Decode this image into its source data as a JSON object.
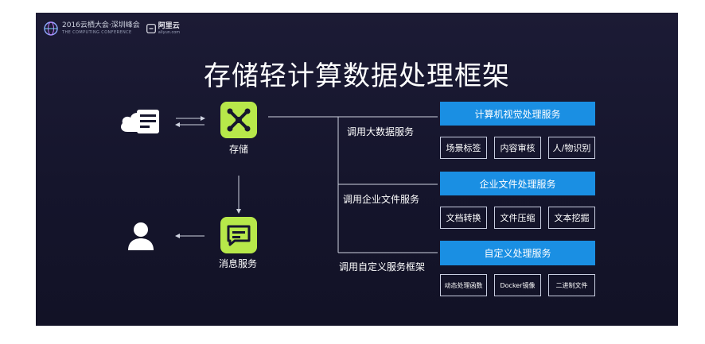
{
  "brand": {
    "event": "2016云栖大会·深圳峰会",
    "event_en": "THE COMPUTING CONFERENCE",
    "vendor": "阿里云",
    "vendor_url": "aliyun.com"
  },
  "title": "存储轻计算数据处理框架",
  "nodes": {
    "storage_label": "存储",
    "message_label": "消息服务"
  },
  "calls": {
    "bigdata": "调用大数据服务",
    "enterprise": "调用企业文件服务",
    "custom": "调用自定义服务框架"
  },
  "services": [
    {
      "header": "计算机视觉处理服务",
      "items": [
        "场景标签",
        "内容审核",
        "人/物识别"
      ]
    },
    {
      "header": "企业文件处理服务",
      "items": [
        "文档转换",
        "文件压缩",
        "文本挖掘"
      ]
    },
    {
      "header": "自定义处理服务",
      "items": [
        "动态处理函数",
        "Docker镜像",
        "二进制文件"
      ]
    }
  ],
  "colors": {
    "accent_green": "#b7e84a",
    "accent_blue": "#1a8fe3",
    "background": "#16162e"
  }
}
